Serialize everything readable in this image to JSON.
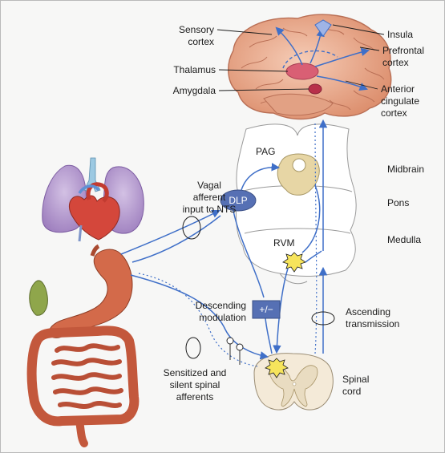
{
  "colors": {
    "pathway": "#3f6fc8",
    "brain": "#e8a78a",
    "brain_stroke": "#b96f55",
    "lungs": "#b79bd0",
    "heart": "#d4473b",
    "gut": "#d36a4a",
    "cord": "#f4ead8",
    "box_fill": "#5670b4"
  },
  "brain_labels": {
    "sensory_cortex": [
      "Sensory",
      "cortex"
    ],
    "thalamus": "Thalamus",
    "amygdala": "Amygdala",
    "insula": "Insula",
    "prefrontal_cortex": [
      "Prefrontal",
      "cortex"
    ],
    "anterior_cingulate_cortex": [
      "Anterior",
      "cingulate",
      "cortex"
    ]
  },
  "brainstem_labels": {
    "pag": "PAG",
    "midbrain": "Midbrain",
    "pons": "Pons",
    "dlp": "DLP",
    "rvm": "RVM",
    "medulla": "Medulla"
  },
  "pathway_labels": {
    "vagal_afferent": [
      "Vagal",
      "afferent",
      "input to NTS"
    ],
    "descending_modulation": [
      "Descending",
      "modulation"
    ],
    "modulation_symbol": "+/−",
    "ascending_transmission": [
      "Ascending",
      "transmission"
    ],
    "sensitized_afferents": [
      "Sensitized and",
      "silent spinal",
      "afferents"
    ],
    "spinal_cord": [
      "Spinal",
      "cord"
    ]
  }
}
